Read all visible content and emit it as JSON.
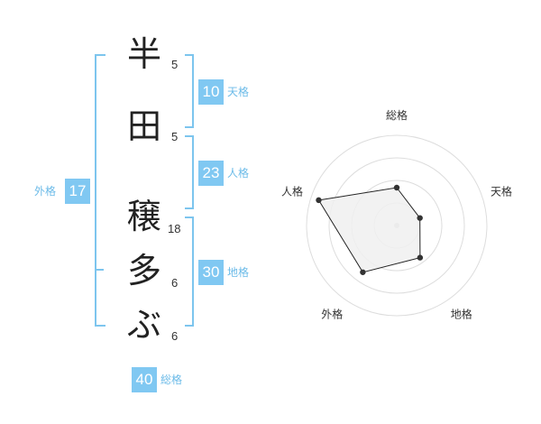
{
  "name_chars": [
    {
      "char": "半",
      "strokes": "5"
    },
    {
      "char": "田",
      "strokes": "5"
    },
    {
      "char": "穣",
      "strokes": "18"
    },
    {
      "char": "多",
      "strokes": "6"
    },
    {
      "char": "ぶ",
      "strokes": "6"
    }
  ],
  "fortunes": {
    "ten": {
      "value": "10",
      "label": "天格"
    },
    "jin": {
      "value": "23",
      "label": "人格"
    },
    "chi": {
      "value": "30",
      "label": "地格"
    },
    "gai": {
      "value": "17",
      "label": "外格"
    },
    "sou": {
      "value": "40",
      "label": "総格"
    }
  },
  "chart_data": {
    "type": "radar",
    "axes": [
      "総格",
      "天格",
      "地格",
      "外格",
      "人格"
    ],
    "values": [
      0.42,
      0.27,
      0.44,
      0.64,
      0.91
    ],
    "max": 1,
    "rings": 4,
    "colors": {
      "fill": "#f0f0f0",
      "ring": "#dddddd",
      "line": "#222222",
      "point": "#333333"
    }
  },
  "colors": {
    "accent": "#80c8f2",
    "label": "#6cbbe8"
  }
}
